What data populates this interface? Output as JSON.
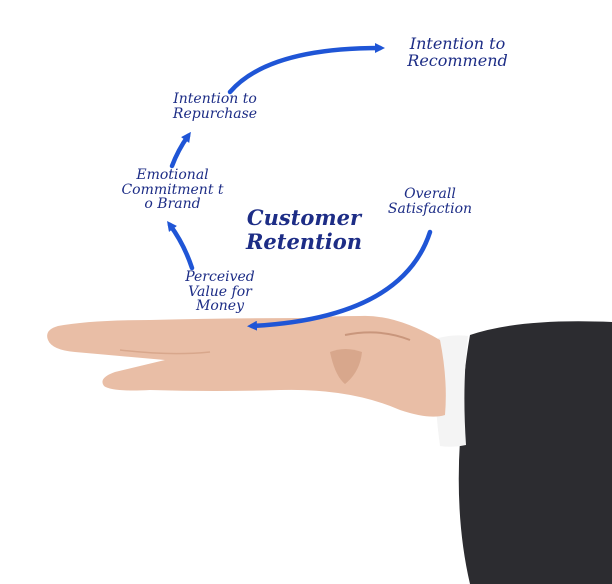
{
  "diagram": {
    "center": {
      "line1": "Customer",
      "line2": "Retention"
    },
    "steps": [
      {
        "line1": "Perceived",
        "line2": "Value for",
        "line3": "Money"
      },
      {
        "line1": "Emotional",
        "line2": "Commitment t",
        "line3": "o Brand"
      },
      {
        "line1": "Intention to",
        "line2": "Repurchase"
      },
      {
        "line1": "Intention to",
        "line2": "Recommend"
      },
      {
        "line1": "Overall",
        "line2": "Satisfaction"
      }
    ]
  },
  "colors": {
    "arrow": "#1f55d6",
    "text": "#1d2d86",
    "skin": "#e9bea6",
    "sleeve": "#2c2c30",
    "cuff": "#f4f4f4"
  }
}
